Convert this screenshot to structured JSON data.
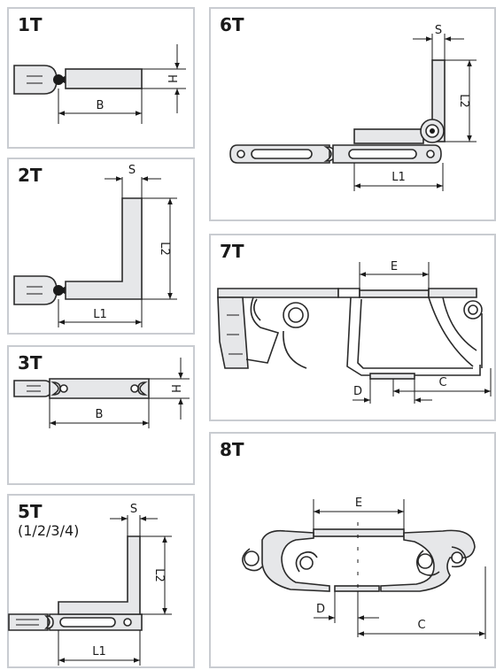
{
  "panels": [
    {
      "id": "1T",
      "title": "1T",
      "dims": {
        "b": "B",
        "h": "H"
      }
    },
    {
      "id": "2T",
      "title": "2T",
      "dims": {
        "s": "S",
        "l1": "L1",
        "l2": "L2"
      }
    },
    {
      "id": "3T",
      "title": "3T",
      "dims": {
        "b": "B",
        "h": "H"
      }
    },
    {
      "id": "5T",
      "title": "5T",
      "subtitle": "(1/2/3/4)",
      "dims": {
        "s": "S",
        "l1": "L1",
        "l2": "L2"
      }
    },
    {
      "id": "6T",
      "title": "6T",
      "dims": {
        "s": "S",
        "l1": "L1",
        "l2": "L2"
      }
    },
    {
      "id": "7T",
      "title": "7T",
      "dims": {
        "e": "E",
        "d": "D",
        "c": "C"
      }
    },
    {
      "id": "8T",
      "title": "8T",
      "dims": {
        "e": "E",
        "d": "D",
        "c": "C"
      }
    }
  ],
  "colors": {
    "border": "#c9ccd1",
    "fill": "#e6e7e9",
    "line": "#1a1a1a"
  }
}
